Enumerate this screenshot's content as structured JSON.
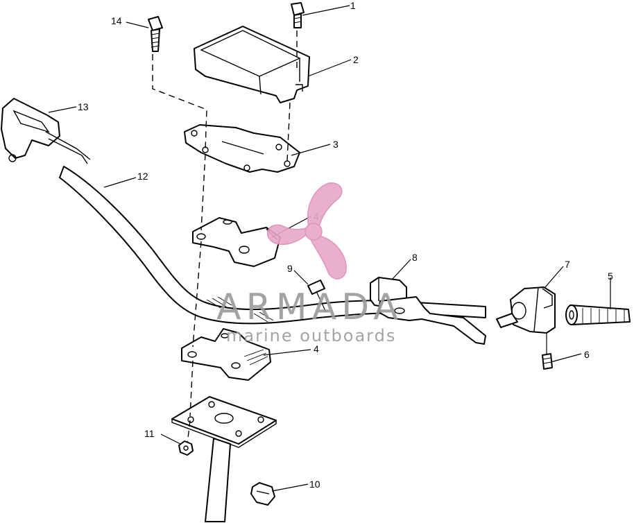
{
  "callouts": {
    "c1": "1",
    "c2": "2",
    "c3": "3",
    "c4a": "4",
    "c4b": "4",
    "c5": "5",
    "c6": "6",
    "c7": "7",
    "c8": "8",
    "c9": "9",
    "c10": "10",
    "c11": "11",
    "c12": "12",
    "c13": "13",
    "c14": "14"
  },
  "watermark": {
    "brand": "ARMADA",
    "tagline": "marine outboards",
    "logo_color": "#e9a7c9",
    "text_color": "#9a9a9a"
  },
  "icons": {
    "logo": "propeller-logo-icon"
  }
}
